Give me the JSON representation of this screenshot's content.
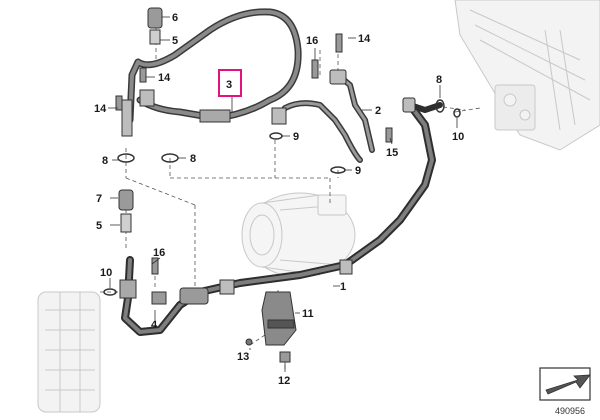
{
  "diagram": {
    "highlight_color": "#e0147c",
    "reference_number": "490956",
    "callouts": {
      "c1": "1",
      "c2": "2",
      "c3": "3",
      "c4": "4",
      "c5a": "5",
      "c5b": "5",
      "c6": "6",
      "c7": "7",
      "c8a": "8",
      "c8b": "8",
      "c8c": "8",
      "c9a": "9",
      "c9b": "9",
      "c10a": "10",
      "c10b": "10",
      "c11": "11",
      "c12": "12",
      "c13": "13",
      "c14a": "14",
      "c14b": "14",
      "c14c": "14",
      "c15": "15",
      "c16a": "16",
      "c16b": "16"
    },
    "icons": {
      "nav": "arrow-navigation-icon"
    }
  }
}
